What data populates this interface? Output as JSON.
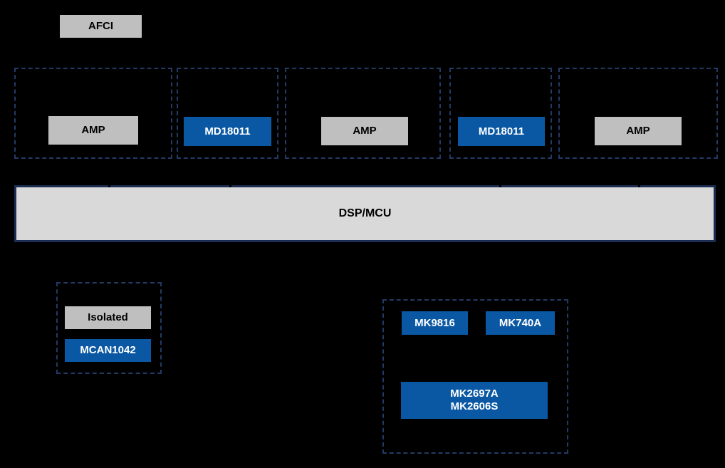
{
  "diagram": {
    "afci": {
      "label": "AFCI"
    },
    "front_end_groups": [
      {
        "chip": {
          "label": "AMP",
          "variant": "gray"
        }
      },
      {
        "chip": {
          "label": "MD18011",
          "variant": "blue"
        }
      },
      {
        "chip": {
          "label": "AMP",
          "variant": "gray"
        }
      },
      {
        "chip": {
          "label": "MD18011",
          "variant": "blue"
        }
      },
      {
        "chip": {
          "label": "AMP",
          "variant": "gray"
        }
      }
    ],
    "dsp_bar": {
      "label": "DSP/MCU"
    },
    "isolated_group": {
      "chips": [
        {
          "label": "Isolated",
          "variant": "gray"
        },
        {
          "label": "MCAN1042",
          "variant": "blue"
        }
      ]
    },
    "mk_group": {
      "chips_top": [
        {
          "label": "MK9816",
          "variant": "blue"
        },
        {
          "label": "MK740A",
          "variant": "blue"
        }
      ],
      "chip_bottom": {
        "line1": "MK2697A",
        "line2": "MK2606S",
        "variant": "blue"
      }
    },
    "colors": {
      "background": "#000000",
      "gray_chip": "#BFBFBF",
      "blue_chip": "#0A58A4",
      "dsp_fill": "#D9D9D9",
      "dashed_border": "#233A63",
      "dsp_border": "#1B2D53",
      "text_on_gray": "#000000",
      "text_on_blue": "#FFFFFF"
    }
  }
}
